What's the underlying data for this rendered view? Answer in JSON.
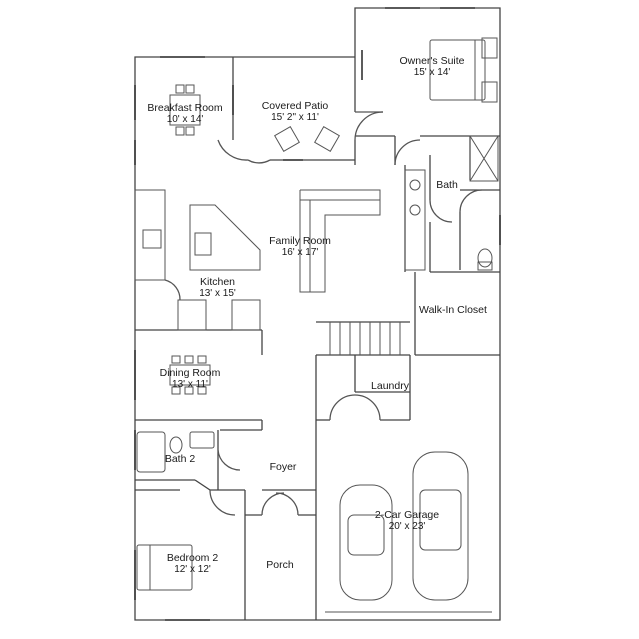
{
  "rooms": {
    "owners_suite": {
      "name": "Owner's Suite",
      "dim": "15' x 14'"
    },
    "breakfast_room": {
      "name": "Breakfast Room",
      "dim": "10' x 14'"
    },
    "covered_patio": {
      "name": "Covered Patio",
      "dim": "15' 2\" x 11'"
    },
    "bath": {
      "name": "Bath"
    },
    "family_room": {
      "name": "Family Room",
      "dim": "16' x 17'"
    },
    "kitchen": {
      "name": "Kitchen",
      "dim": "13' x 15'"
    },
    "walk_in_closet": {
      "name": "Walk-In Closet"
    },
    "dining_room": {
      "name": "Dining Room",
      "dim": "13' x 11'"
    },
    "laundry": {
      "name": "Laundry"
    },
    "bath2": {
      "name": "Bath 2"
    },
    "foyer": {
      "name": "Foyer"
    },
    "garage": {
      "name": "2-Car Garage",
      "dim": "20' x 23'"
    },
    "bedroom2": {
      "name": "Bedroom 2",
      "dim": "12' x 12'"
    },
    "porch": {
      "name": "Porch"
    }
  }
}
